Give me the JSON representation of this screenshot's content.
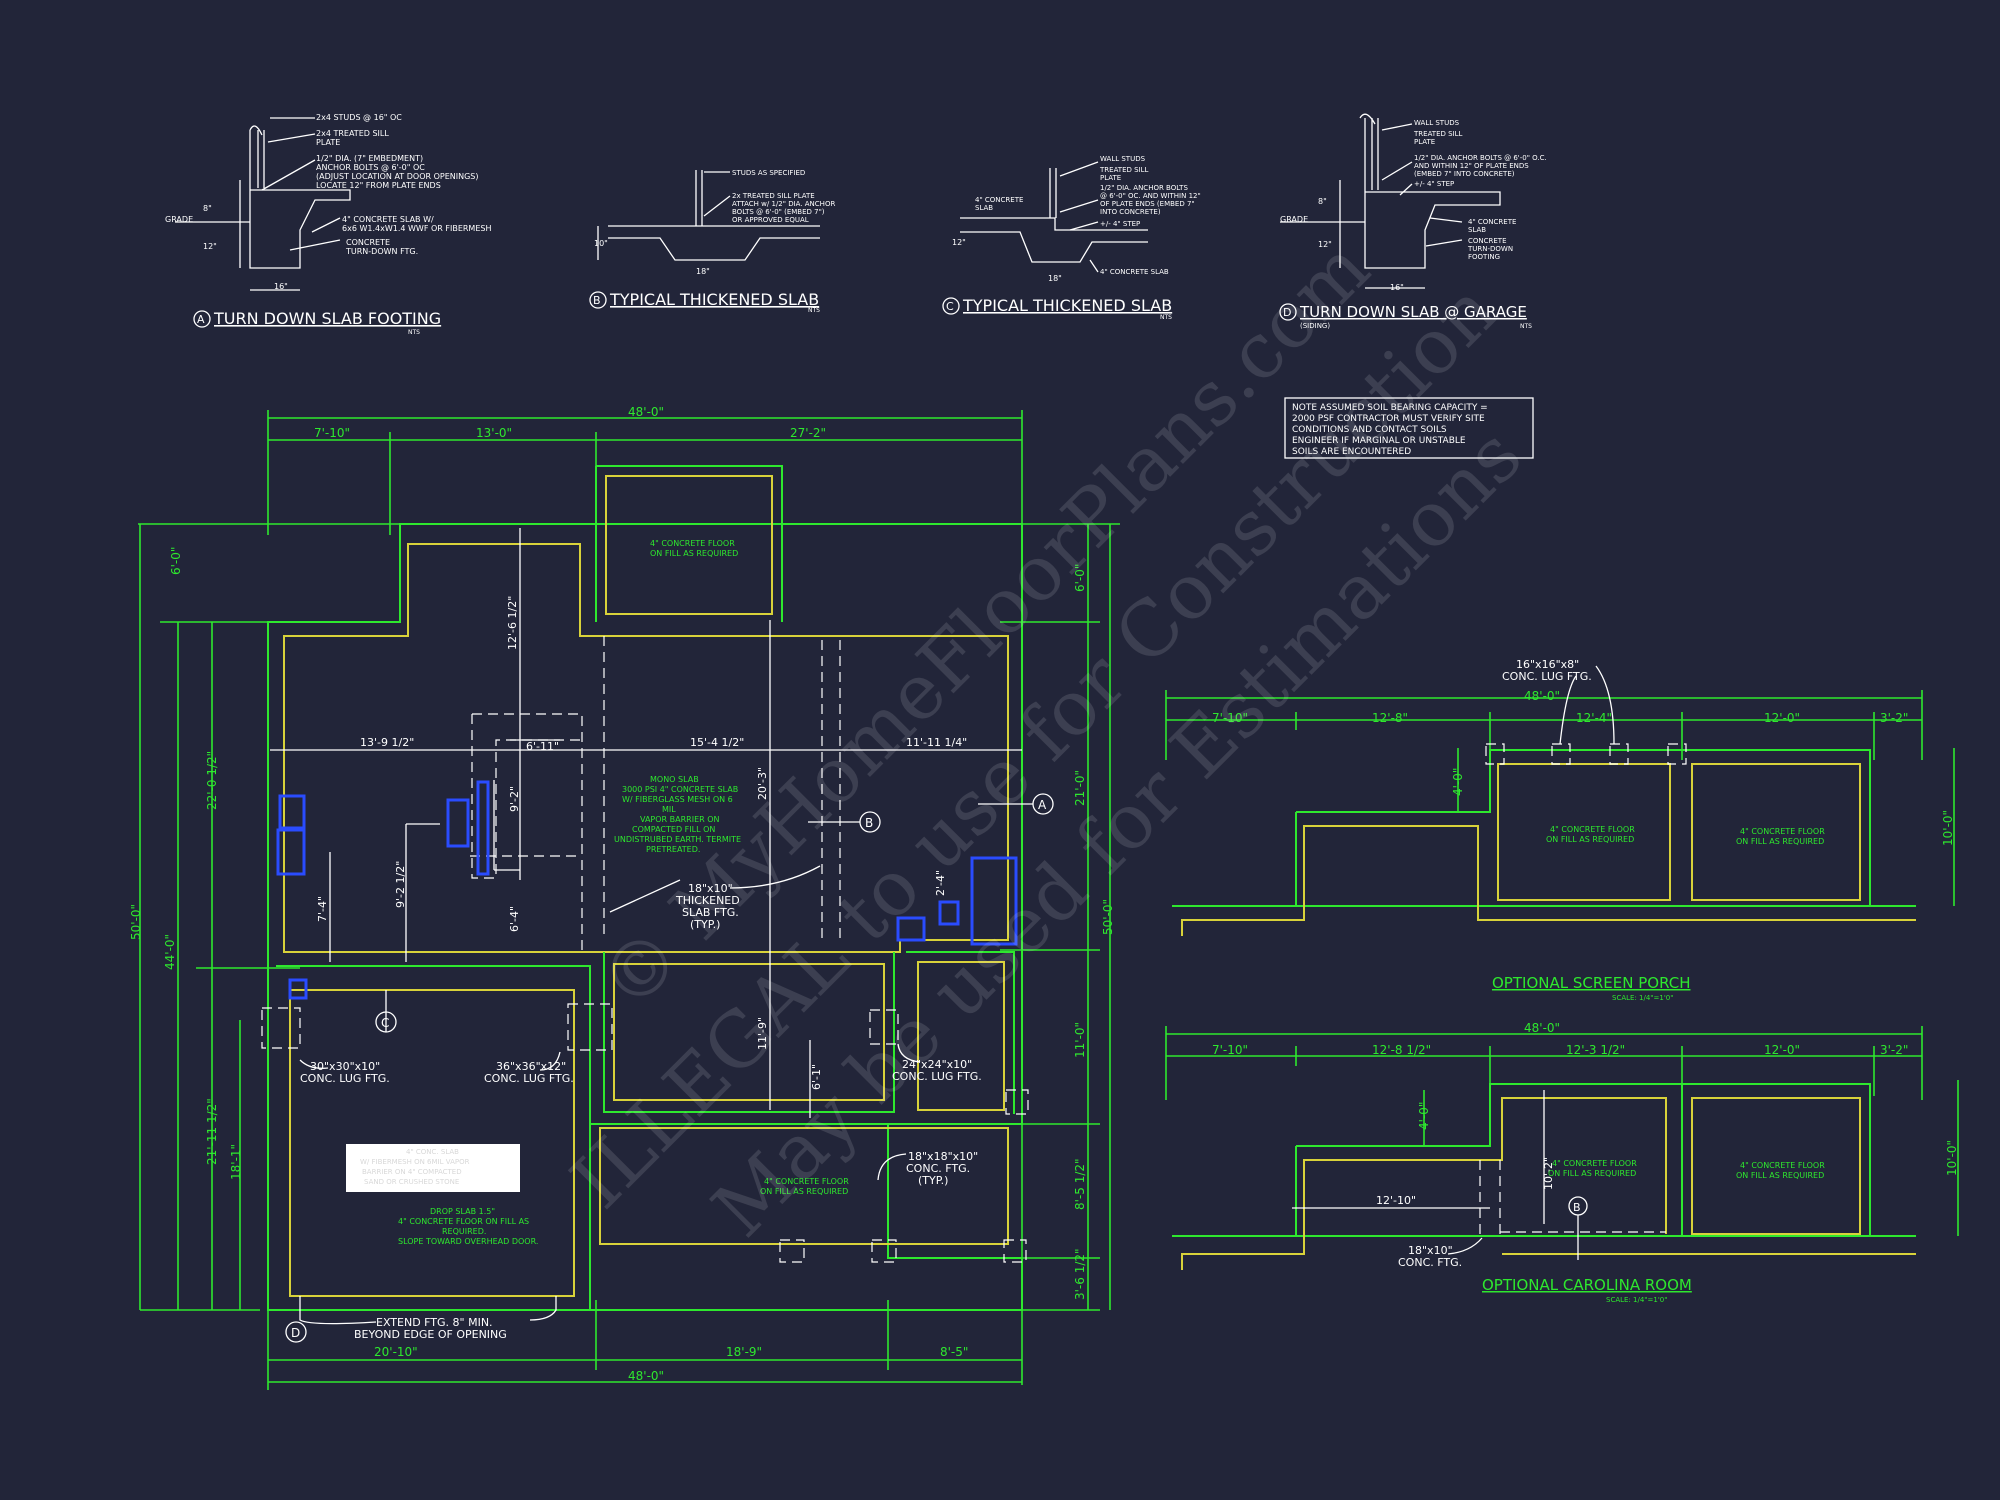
{
  "details": {
    "a": {
      "marker": "A",
      "title": "TURN DOWN SLAB FOOTING",
      "scale": "NTS",
      "notes": [
        "2x4 STUDS @ 16\" OC",
        "2x4 TREATED SILL",
        "PLATE",
        "1/2\" DIA. (7\" EMBEDMENT)",
        "ANCHOR BOLTS @ 6'-0\" OC",
        "(ADJUST LOCATION AT DOOR OPENINGS)",
        "LOCATE 12\" FROM PLATE ENDS",
        "4\" CONCRETE SLAB W/",
        "6x6 W1.4xW1.4 WWF OR FIBERMESH",
        "CONCRETE",
        "TURN-DOWN FTG."
      ],
      "dims": {
        "grade": "GRADE",
        "h1": "8\"",
        "h2": "12\"",
        "w": "16\""
      }
    },
    "b": {
      "marker": "B",
      "title": "TYPICAL THICKENED SLAB",
      "scale": "NTS",
      "notes": [
        "STUDS AS SPECIFIED",
        "2x TREATED SILL PLATE",
        "ATTACH w/ 1/2\" DIA. ANCHOR",
        "BOLTS @ 6'-0\" (EMBED 7\")",
        "OR APPROVED EQUAL"
      ],
      "dims": {
        "h": "10\"",
        "w": "18\""
      }
    },
    "c": {
      "marker": "C",
      "title": "TYPICAL THICKENED SLAB",
      "scale": "NTS",
      "notes": [
        "WALL STUDS",
        "TREATED SILL",
        "PLATE",
        "1/2\" DIA. ANCHOR BOLTS",
        "@ 6'-0\" OC. AND WITHIN 12\"",
        "OF PLATE ENDS (EMBED 7\"",
        "INTO CONCRETE)",
        "+/- 4\" STEP",
        "4\" CONCRETE SLAB",
        "4\" CONCRETE",
        "SLAB"
      ],
      "dims": {
        "h": "12\"",
        "w": "18\""
      }
    },
    "d": {
      "marker": "D",
      "title": "TURN DOWN SLAB @ GARAGE",
      "sub": "(SIDING)",
      "scale": "NTS",
      "notes": [
        "WALL STUDS",
        "TREATED SILL",
        "PLATE",
        "1/2\" DIA. ANCHOR BOLTS @ 6'-0\" O.C.",
        "AND WITHIN 12\" OF PLATE ENDS",
        "(EMBED 7\" INTO CONCRETE)",
        "+/- 4\" STEP",
        "4\" CONCRETE",
        "SLAB",
        "CONCRETE",
        "TURN-DOWN",
        "FOOTING"
      ],
      "dims": {
        "grade": "GRADE",
        "h1": "8\"",
        "h2": "12\"",
        "w": "16\""
      }
    }
  },
  "note_box": [
    "NOTE ASSUMED SOIL BEARING CAPACITY =",
    "2000 PSF CONTRACTOR MUST VERIFY SITE",
    "CONDITIONS AND CONTACT SOILS",
    "ENGINEER IF MARGINAL OR UNSTABLE",
    "SOILS ARE ENCOUNTERED"
  ],
  "main_plan": {
    "top_total": "48'-0\"",
    "top_dims": [
      "7'-10\"",
      "13'-0\"",
      "27'-2\""
    ],
    "bottom_total": "48'-0\"",
    "bottom_dims": [
      "20'-10\"",
      "18'-9\"",
      "8'-5\""
    ],
    "left_dims": [
      "6'-0\"",
      "22'-0 1/2\"",
      "21'-11 1/2\"",
      "18'-1\"",
      "44'-0\"",
      "50'-0\"",
      "7'-4\"",
      "9'-2 1/2\""
    ],
    "right_dims": [
      "6'-0\"",
      "21'-0\"",
      "11'-0\"",
      "8'-5 1/2\"",
      "3'-6 1/2\"",
      "50'-0\""
    ],
    "inner_dims": [
      "13'-9 1/2\"",
      "15'-4 1/2\"",
      "11'-11 1/4\"",
      "12'-6 1/2\"",
      "20'-3\"",
      "11'-9\"",
      "6'-1\"",
      "6'-11\"",
      "9'-2\"",
      "6'-4\"",
      "2'-4\""
    ],
    "porch_note": [
      "4\" CONCRETE FLOOR",
      "ON FILL AS REQUIRED"
    ],
    "mono_slab": [
      "MONO SLAB",
      "3000 PSI 4\" CONCRETE SLAB",
      "W/ FIBERGLASS MESH ON 6",
      "MIL",
      "VAPOR BARRIER ON",
      "COMPACTED FILL ON",
      "UNDISTRUBED EARTH. TERMITE",
      "PRETREATED."
    ],
    "thick_slab": [
      "18\"x10\"",
      "THICKENED",
      "SLAB FTG.",
      "(TYP.)"
    ],
    "garage_box": [
      "4\" CONC. SLAB",
      "W/ FIBERMESH ON 6MIL VAPOR",
      "BARRIER ON 4\" COMPACTED",
      "SAND OR CRUSHED STONE"
    ],
    "drop_slab": [
      "DROP SLAB 1.5\"",
      "4\" CONCRETE FLOOR ON FILL AS",
      "REQUIRED.",
      "SLOPE TOWARD OVERHEAD DOOR."
    ],
    "lug1": [
      "30\"x30\"x10\"",
      "CONC. LUG FTG."
    ],
    "lug2": [
      "36\"x36\"x12\"",
      "CONC. LUG FTG."
    ],
    "lug3": [
      "24\"x24\"x10\"",
      "CONC. LUG FTG."
    ],
    "ftg18": [
      "18\"x18\"x10\"",
      "CONC. FTG.",
      "(TYP.)"
    ],
    "rear_note": [
      "4\" CONCRETE FLOOR",
      "ON FILL AS REQUIRED"
    ],
    "extend": [
      "EXTEND FTG. 8\" MIN.",
      "BEYOND EDGE OF OPENING"
    ],
    "tags": {
      "a": "A",
      "b": "B",
      "c": "C",
      "d": "D"
    }
  },
  "screen_porch": {
    "title": "OPTIONAL SCREEN PORCH",
    "scale": "SCALE: 1/4\"=1'0\"",
    "lug": [
      "16\"x16\"x8\"",
      "CONC. LUG FTG."
    ],
    "total": "48'-0\"",
    "dims": [
      "7'-10\"",
      "12'-8\"",
      "12'-4\"",
      "12'-0\"",
      "3'-2\""
    ],
    "side_dims": [
      "4'-0\"",
      "10'-0\""
    ],
    "floor": [
      "4\" CONCRETE FLOOR",
      "ON FILL AS REQUIRED"
    ]
  },
  "carolina_room": {
    "title": "OPTIONAL CAROLINA ROOM",
    "scale": "SCALE: 1/4\"=1'0\"",
    "total": "48'-0\"",
    "dims": [
      "7'-10\"",
      "12'-8 1/2\"",
      "12'-3 1/2\"",
      "12'-0\"",
      "3'-2\""
    ],
    "side_dims": [
      "4'-0\"",
      "10'-2\"",
      "10'-0\"",
      "12'-10\""
    ],
    "floor": [
      "4\" CONCRETE FLOOR",
      "ON FILL AS REQUIRED"
    ],
    "ftg": [
      "18\"x10\"",
      "CONC. FTG."
    ],
    "tag": "B"
  },
  "watermark": [
    "© MyHomeFloorPlans.com",
    "ILLEGAL to use for Construction",
    "May be used for Estimations"
  ]
}
